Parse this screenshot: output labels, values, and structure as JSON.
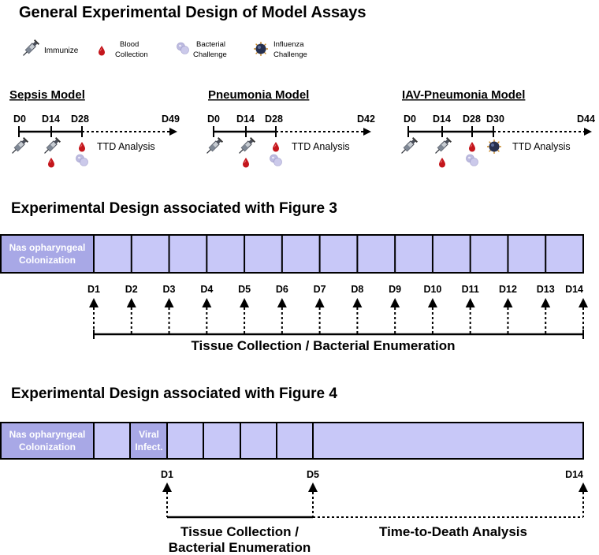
{
  "title": "General Experimental Design of Model Assays",
  "legend": {
    "immunize": "Immunize",
    "blood_1": "Blood",
    "blood_2": "Collection",
    "bact_1": "Bacterial",
    "bact_2": "Challenge",
    "flu_1": "Influenza",
    "flu_2": "Challenge"
  },
  "models": {
    "sepsis": {
      "title": "Sepsis Model",
      "d0": "D0",
      "d14": "D14",
      "d28": "D28",
      "end": "D49",
      "ttd": "TTD Analysis"
    },
    "pneumonia": {
      "title": "Pneumonia Model",
      "d0": "D0",
      "d14": "D14",
      "d28": "D28",
      "end": "D42",
      "ttd": "TTD Analysis"
    },
    "iav": {
      "title": "IAV-Pneumonia Model",
      "d0": "D0",
      "d14": "D14",
      "d28": "D28",
      "d30": "D30",
      "end": "D44",
      "ttd": "TTD Analysis"
    }
  },
  "fig3": {
    "title": "Experimental Design associated with  Figure 3",
    "box_label_1": "Nas opharyngeal",
    "box_label_2": "Colonization",
    "days": [
      "D1",
      "D2",
      "D3",
      "D4",
      "D5",
      "D6",
      "D7",
      "D8",
      "D9",
      "D10",
      "D11",
      "D12",
      "D13",
      "D14"
    ],
    "caption": "Tissue Collection / Bacterial Enumeration"
  },
  "fig4": {
    "title": "Experimental Design associated with  Figure 4",
    "box_label_1": "Nas opharyngeal",
    "box_label_2": "Colonization",
    "viral_1": "Viral",
    "viral_2": "Infect.",
    "d1": "D1",
    "d5": "D5",
    "d14": "D14",
    "caption_1a": "Tissue Collection /",
    "caption_1b": "Bacterial Enumeration",
    "caption_2": "Time-to-Death Analysis"
  },
  "colors": {
    "box_fill": "#c8c8f8",
    "label_fill": "#a8a8e6",
    "blood": "#d0021b",
    "bacteria": "#b7b4dc",
    "virus": "#2c3558"
  },
  "icons": [
    "syringe-icon",
    "blood-drop-icon",
    "bacteria-icon",
    "virus-icon"
  ]
}
